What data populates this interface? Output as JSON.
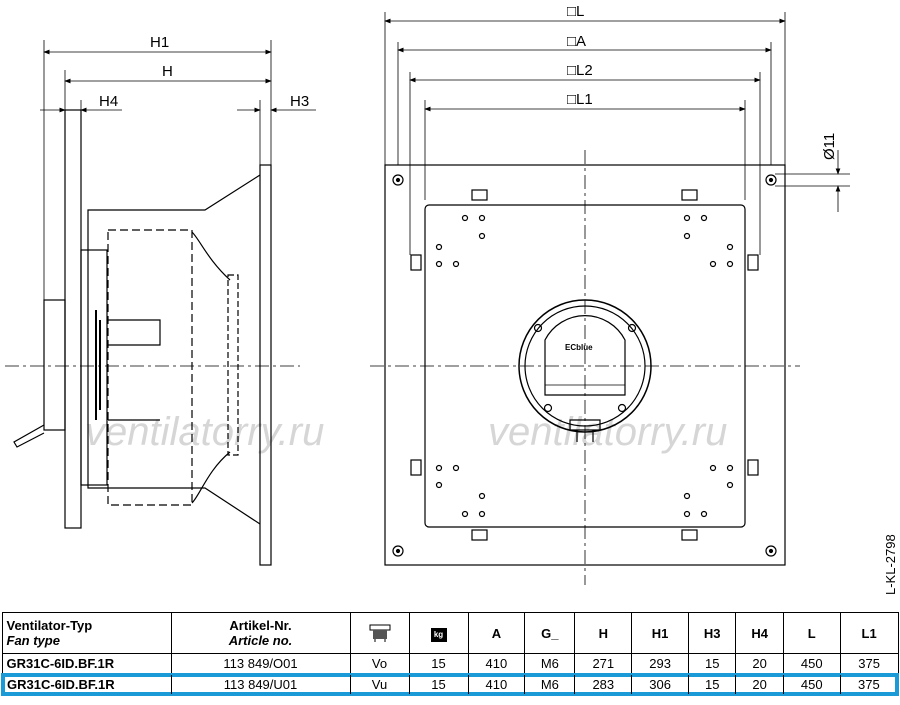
{
  "drawing": {
    "side_view": {
      "dims": {
        "h1": "H1",
        "h": "H",
        "h4": "H4",
        "h3": "H3"
      }
    },
    "front_view": {
      "dims": {
        "l": "□L",
        "a": "□A",
        "l2": "□L2",
        "l1": "□L1",
        "d11": "Ø11"
      },
      "label_logo": "ECblue"
    },
    "drawing_code": "L-KL-2798",
    "watermark": "ventilatorry.ru"
  },
  "table": {
    "header": {
      "fan_type_de": "Ventilator-Typ",
      "fan_type_en": "Fan type",
      "article_de": "Artikel-Nr.",
      "article_en": "Article no.",
      "mount_icon": "mounting-position-icon",
      "weight_icon": "kg",
      "cols": [
        "A",
        "G_",
        "H",
        "H1",
        "H3",
        "H4",
        "L",
        "L1"
      ]
    },
    "rows": [
      {
        "type": "GR31C-6ID.BF.1R",
        "article": "113 849/O01",
        "mount": "Vo",
        "kg": "15",
        "vals": [
          "410",
          "M6",
          "271",
          "293",
          "15",
          "20",
          "450",
          "375"
        ]
      },
      {
        "type": "GR31C-6ID.BF.1R",
        "article": "113 849/U01",
        "mount": "Vu",
        "kg": "15",
        "vals": [
          "410",
          "M6",
          "283",
          "306",
          "15",
          "20",
          "450",
          "375"
        ]
      }
    ],
    "highlight_color": "#1a9ad6"
  }
}
